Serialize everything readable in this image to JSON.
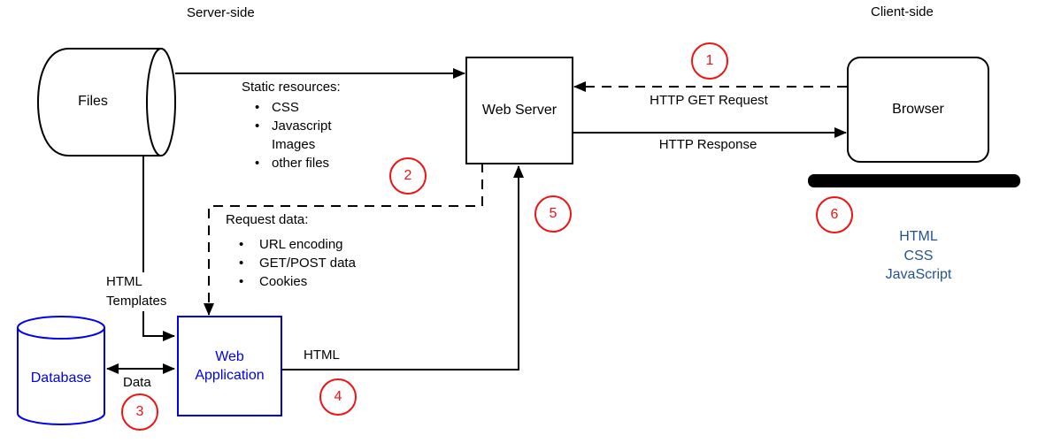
{
  "regions": {
    "server": "Server-side",
    "client": "Client-side"
  },
  "nodes": {
    "files": "Files",
    "web_server": "Web Server",
    "browser": "Browser",
    "database": "Database",
    "web_application": "Web\nApplication"
  },
  "edges": {
    "http_get_request": "HTTP GET Request",
    "http_response": "HTTP Response",
    "html_templates": "HTML\nTemplates",
    "data": "Data",
    "html": "HTML"
  },
  "annotations": {
    "static_resources": {
      "title": "Static resources:",
      "items": [
        {
          "label": "CSS",
          "bullet": true
        },
        {
          "label": "Javascript",
          "bullet": true
        },
        {
          "label": "Images",
          "bullet": false
        },
        {
          "label": "other files",
          "bullet": true
        }
      ]
    },
    "request_data": {
      "title": "Request data:",
      "items": [
        {
          "label": "URL encoding",
          "bullet": true
        },
        {
          "label": "GET/POST data",
          "bullet": true
        },
        {
          "label": "Cookies",
          "bullet": true
        }
      ]
    },
    "browser_stack": "HTML\nCSS\nJavaScript"
  },
  "steps": [
    "1",
    "2",
    "3",
    "4",
    "5",
    "6"
  ],
  "colors": {
    "step_red": "#ee1414",
    "node_blue": "#0000ee",
    "stack_blue": "#25538f"
  }
}
